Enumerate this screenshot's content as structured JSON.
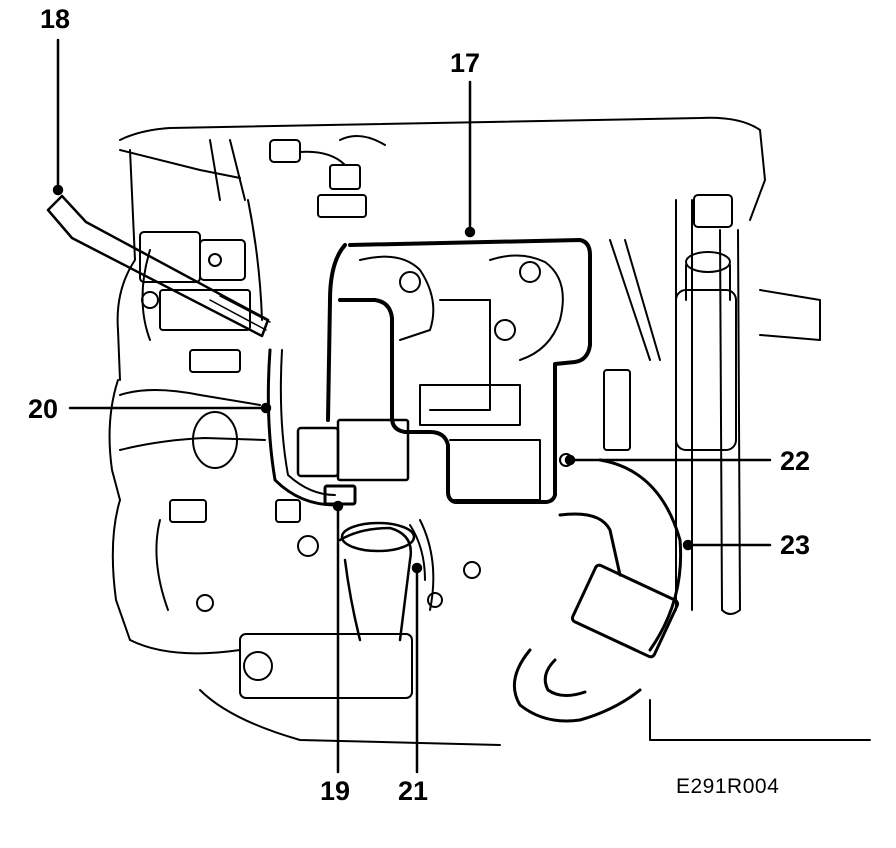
{
  "callouts": {
    "c17": "17",
    "c18": "18",
    "c19": "19",
    "c20": "20",
    "c21": "21",
    "c22": "22",
    "c23": "23"
  },
  "figure_code": "E291R004",
  "colors": {
    "ink": "#000000",
    "paper": "#ffffff"
  }
}
